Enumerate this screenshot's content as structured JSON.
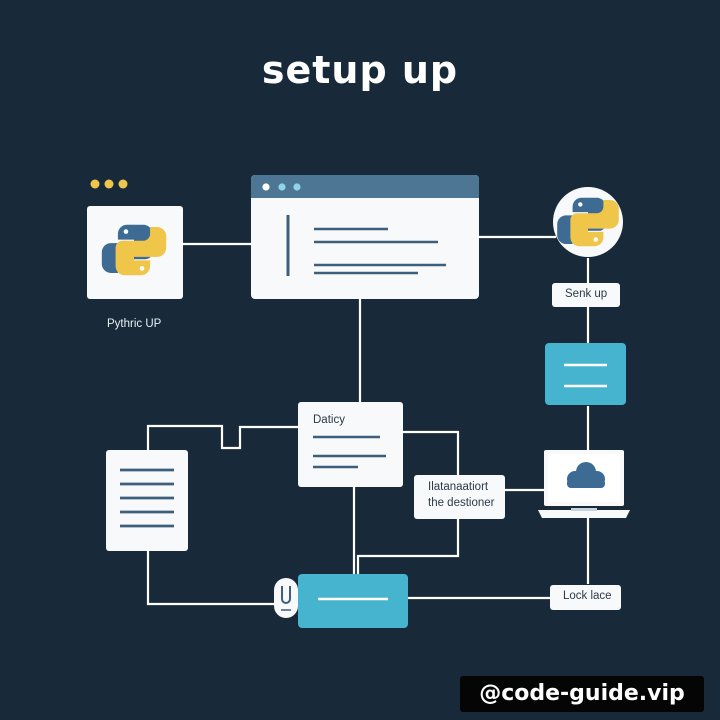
{
  "title": "setup up",
  "python_caption": "Pythric UP",
  "labels": {
    "send_up": "Senk up",
    "daticy": "Daticy",
    "data_line1": "Ilatanaatiort",
    "data_line2": "the destioner",
    "lock_lace": "Lock lace"
  },
  "watermark": "@code-guide.vip",
  "colors": {
    "background": "#182a3a",
    "card": "#f7f9fb",
    "accent_teal": "#46b3cf",
    "window_bar": "#4d7695",
    "python_blue": "#3d6b94",
    "python_yellow": "#f0c64a",
    "connector": "#ffffff"
  },
  "icons": [
    "dots-icon",
    "python-logo-icon",
    "python-logo-icon",
    "cloud-icon",
    "laptop-icon",
    "mouse-icon"
  ]
}
